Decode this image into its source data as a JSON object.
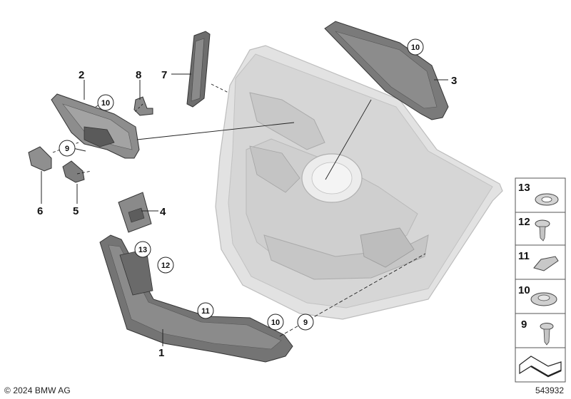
{
  "parts": [
    {
      "number": "1"
    },
    {
      "number": "2"
    },
    {
      "number": "3"
    },
    {
      "number": "4"
    },
    {
      "number": "5"
    },
    {
      "number": "6"
    },
    {
      "number": "7"
    },
    {
      "number": "8"
    },
    {
      "number": "9"
    },
    {
      "number": "10"
    },
    {
      "number": "11"
    },
    {
      "number": "12"
    },
    {
      "number": "13"
    }
  ],
  "callouts": {
    "c10_handle": "10",
    "c9_handle": "9",
    "c10_speaker": "10",
    "c13": "13",
    "c12": "12",
    "c11": "11",
    "c10_bottom": "10",
    "c9_bottom": "9"
  },
  "legend": [
    "13",
    "12",
    "11",
    "10",
    "9"
  ],
  "footer": {
    "copyright": "© 2024 BMW AG",
    "diagram_id": "543932"
  },
  "colors": {
    "panel": "#dedede",
    "panel_dark": "#c9c9c9",
    "part_dark": "#6e6e6e",
    "part_mid": "#8c8c8c",
    "stroke": "#333333",
    "legend_border": "#555555"
  }
}
